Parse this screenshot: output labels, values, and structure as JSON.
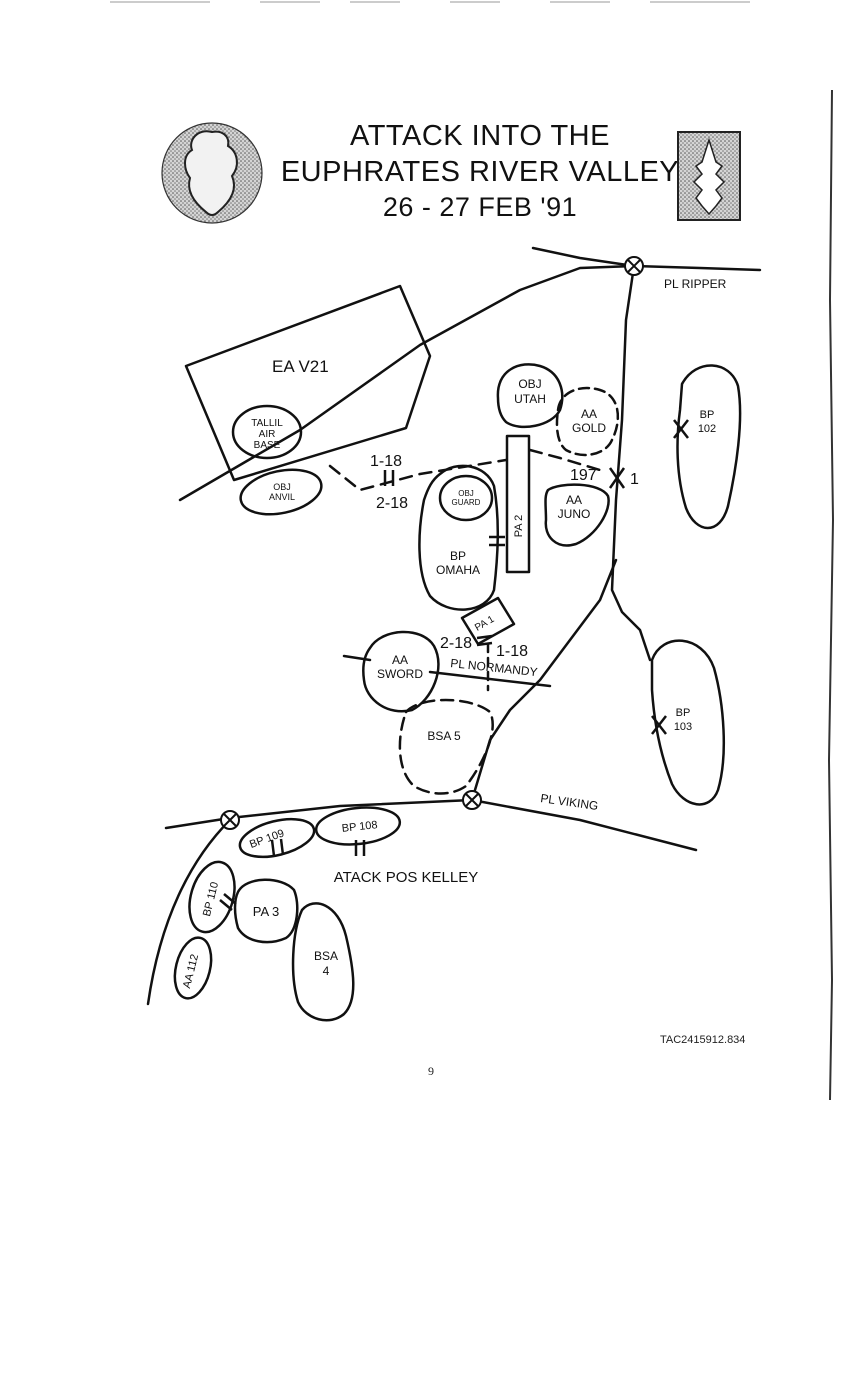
{
  "title": {
    "line1": "ATTACK INTO THE",
    "line2": "EUPHRATES RIVER VALLEY",
    "line3": "26 - 27 FEB '91"
  },
  "emblems": {
    "left": "division-patch-icon",
    "right": "unit-crest-icon"
  },
  "map": {
    "phase_lines": {
      "ripper": "PL RIPPER",
      "normandy": "PL NORMANDY",
      "viking": "PL VIKING"
    },
    "engagement_area": "EA V21",
    "air_base": [
      "TALLIL",
      "AIR",
      "BASE"
    ],
    "objectives": {
      "utah": [
        "OBJ",
        "UTAH"
      ],
      "anvil": [
        "OBJ",
        "ANVIL"
      ],
      "guard": [
        "OBJ",
        "GUARD"
      ]
    },
    "assembly_areas": {
      "gold": [
        "AA",
        "GOLD"
      ],
      "juno": [
        "AA",
        "JUNO"
      ],
      "sword": [
        "AA",
        "SWORD"
      ],
      "aa112": "AA 112"
    },
    "battle_positions": {
      "bp102": [
        "BP",
        "102"
      ],
      "bp103": [
        "BP",
        "103"
      ],
      "omaha": [
        "BP",
        "OMAHA"
      ],
      "bp108": "BP 108",
      "bp109": "BP 109",
      "bp110": "BP 110"
    },
    "position_areas": {
      "pa1": "PA 1",
      "pa2": "PA 2",
      "pa3": "PA 3"
    },
    "support_areas": {
      "bsa5": "BSA 5",
      "bsa4": [
        "BSA",
        "4"
      ]
    },
    "boundary_labels": {
      "north_upper": "1-18",
      "north_lower": "2-18",
      "south_left": "2-18",
      "south_right": "1-18",
      "brigade_left": "197",
      "brigade_right": "1"
    },
    "attack_position": "ATACK POS KELLEY"
  },
  "document_id": "TAC2415912.834",
  "page_number": "9"
}
